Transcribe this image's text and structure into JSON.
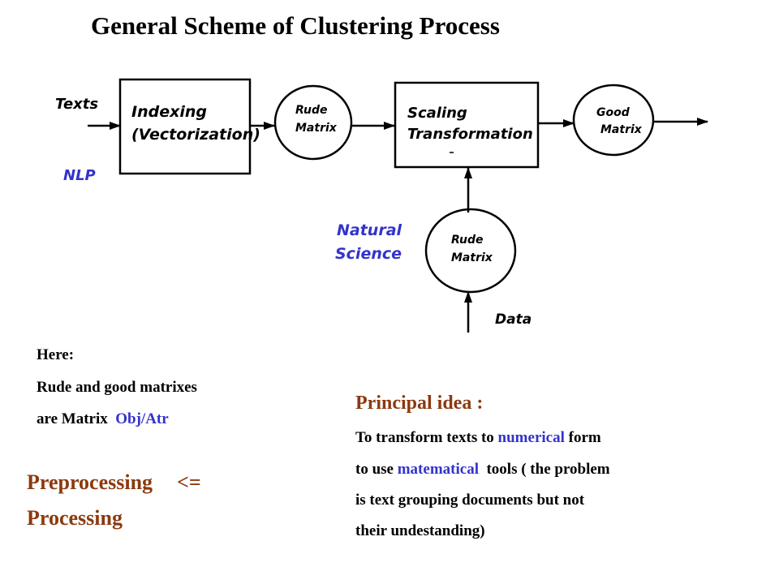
{
  "title": "General Scheme of Clustering Process",
  "diagram": {
    "input_texts": "Texts",
    "nlp": "NLP",
    "indexing_line1": "Indexing",
    "indexing_line2": "(Vectorization)",
    "rude_matrix_1_line1": "Rude",
    "rude_matrix_1_line2": "Matrix",
    "scaling_line1": "Scaling",
    "scaling_line2": "Transformation",
    "good_matrix_line1": "Good",
    "good_matrix_line2": "Matrix",
    "natural_line1": "Natural",
    "natural_line2": "Science",
    "rude_matrix_2_line1": "Rude",
    "rude_matrix_2_line2": "Matrix",
    "input_data": "Data"
  },
  "here_note": {
    "line1": "Here:",
    "line2": "Rude and good matrixes",
    "line3_prefix": "are Matrix",
    "line3_highlight": "Obj/Atr"
  },
  "preprocessing": {
    "line1": "Preprocessing",
    "arrow": "<=",
    "line2": "Processing"
  },
  "principal": {
    "heading": "Principal idea :",
    "l1_a": "To transform texts to ",
    "l1_highlight": "numerical",
    "l1_b": " form",
    "l2_a": "to use ",
    "l2_highlight": "matematical",
    "l2_b": "  tools ( the problem",
    "l3": "is text grouping documents but not",
    "l4": "their undestanding)"
  },
  "colors": {
    "blue": "#3333cc",
    "brown": "#8b3a0f"
  }
}
